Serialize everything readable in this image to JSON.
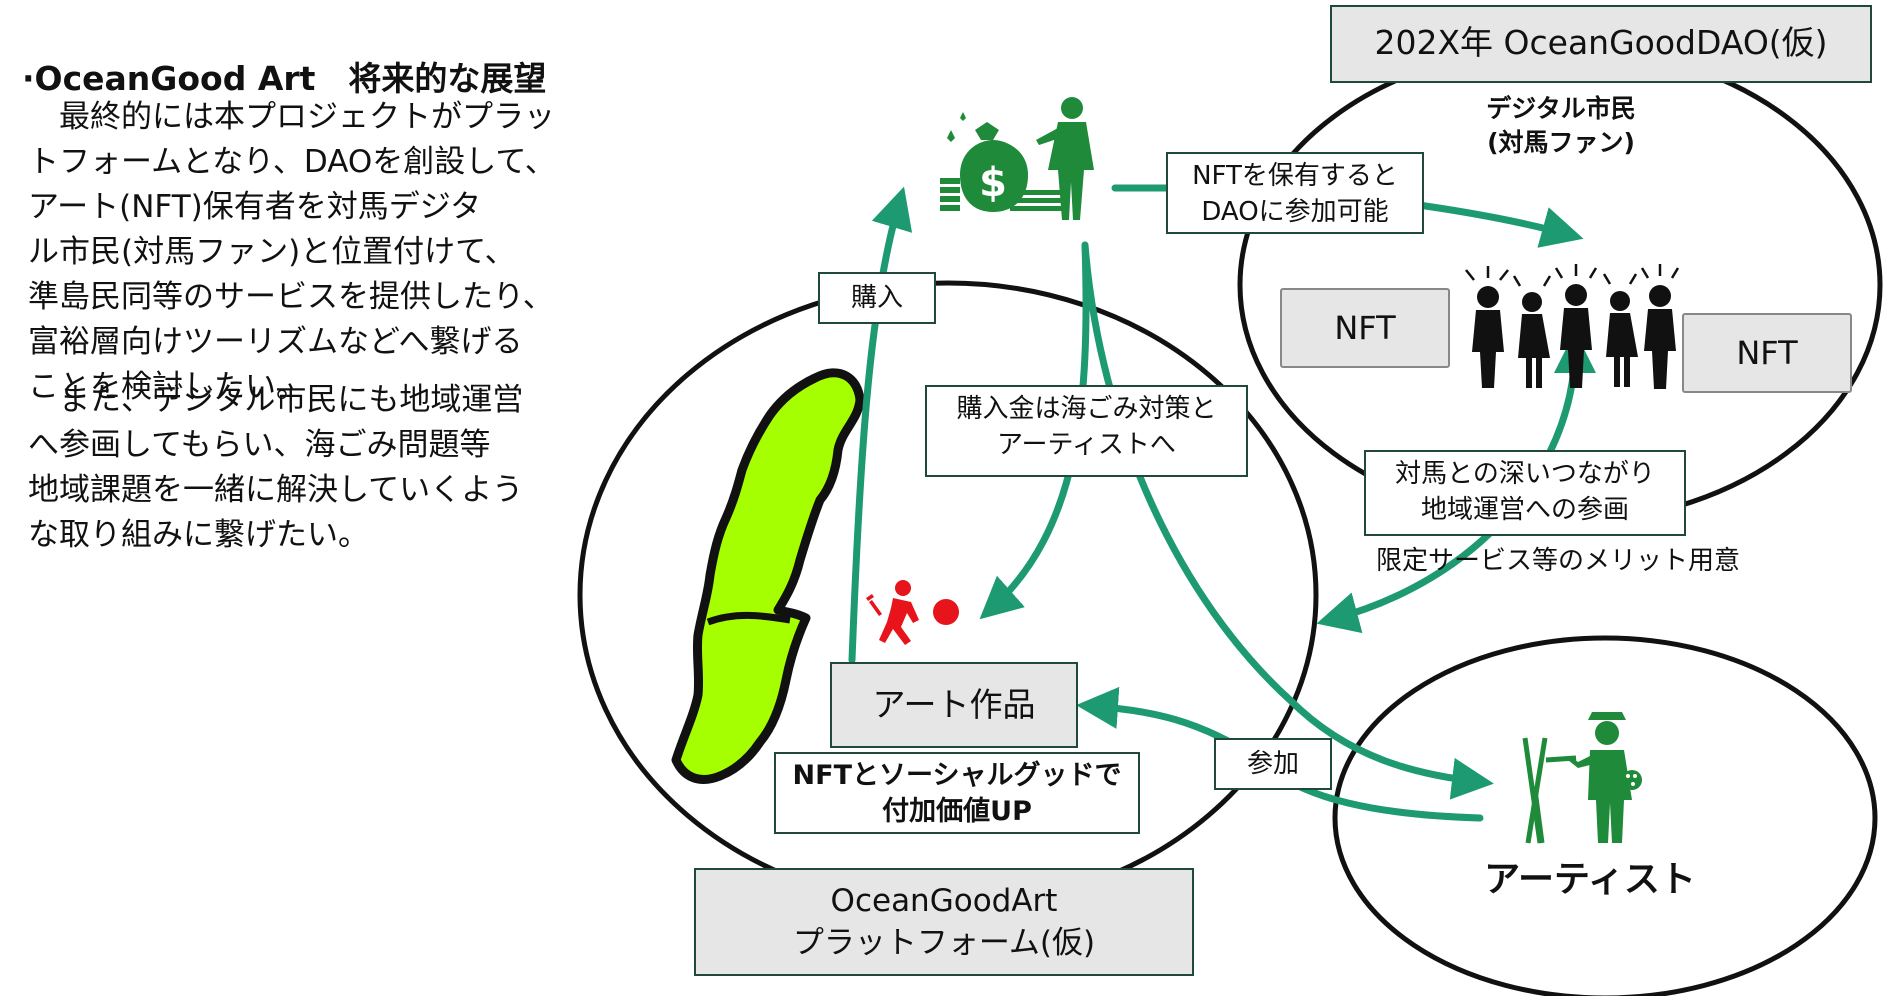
{
  "left_text": {
    "title": "·OceanGood Art　将来的な展望",
    "paragraph1": "　最終的には本プロジェクトがプラッ\nトフォームとなり、DAOを創設して、\nアート(NFT)保有者を対馬デジタ\nル市民(対馬ファン)と位置付けて、\n準島民同等のサービスを提供したり、\n富裕層向けツーリズムなどへ繋げる\nことを検討したい。",
    "paragraph2": "　また、デジタル市民にも地域運営\nへ参画してもらい、海ごみ問題等\n地域課題を一緒に解決していくよう\nな取り組みに繋げたい。"
  },
  "dao": {
    "title": "202X年 OceanGoodDAO(仮)",
    "citizens_label_line1": "デジタル市民",
    "citizens_label_line2": "(対馬ファン)",
    "nft_left": "NFT",
    "nft_right": "NFT"
  },
  "platform": {
    "title_line1": "OceanGoodArt",
    "title_line2": "プラットフォーム(仮)",
    "artwork_label": "アート作品",
    "value_line1": "NFTとソーシャルグッドで",
    "value_line2": "付加価値UP"
  },
  "artist": {
    "label": "アーティスト"
  },
  "flows": {
    "purchase": "購入",
    "participate": "参加",
    "nft_dao_line1": "NFTを保有すると",
    "nft_dao_line2": "DAOに参加可能",
    "funds_line1": "購入金は海ごみ対策と",
    "funds_line2": "アーティストへ",
    "connection_line1": "対馬との深いつながり",
    "connection_line2": "地域運営への参画",
    "benefit": "限定サービス等のメリット用意"
  },
  "colors": {
    "arrow": "#1e9a72",
    "icon_green": "#1e8a3a",
    "island": "#a6ff00",
    "cleanup_red": "#e8141c",
    "box_border": "#1f4a3a",
    "grey_fill": "#e6e6e6"
  },
  "icons": {
    "investor": "money-bag-investor-icon",
    "citizens": "cheering-people-icon",
    "cleanup": "beach-cleanup-icon",
    "artist": "painter-easel-icon",
    "island": "tsushima-island-map"
  }
}
